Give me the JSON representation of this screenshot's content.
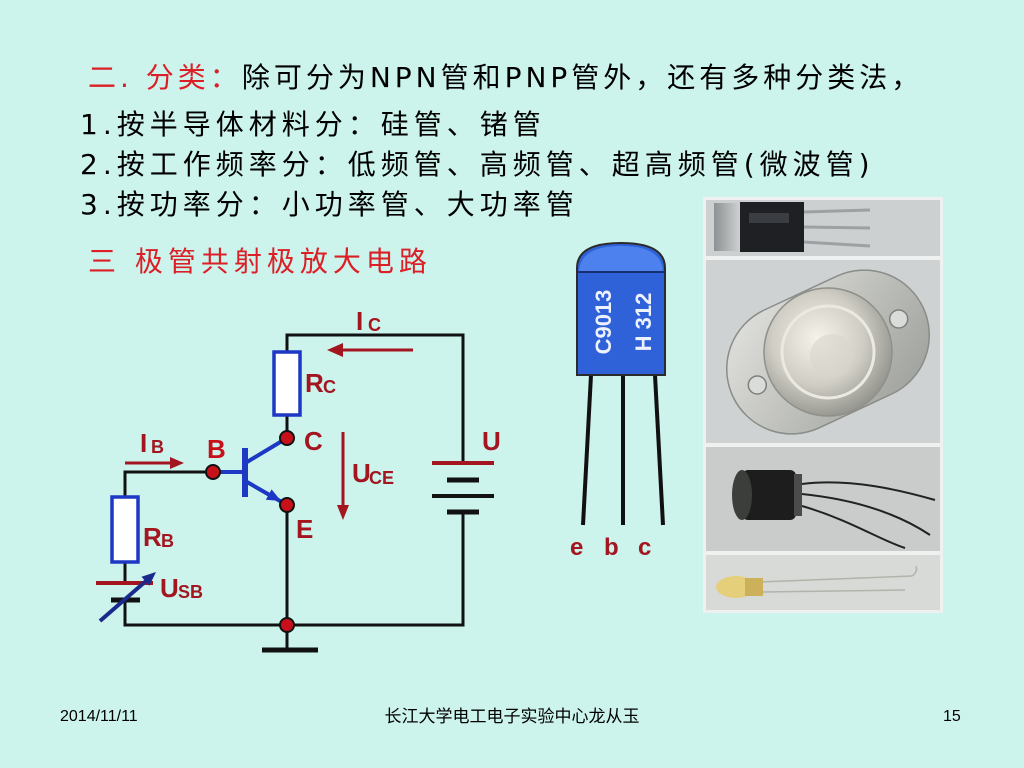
{
  "theme": {
    "background": "#ccf3ec",
    "heading_red": "#dc1f26",
    "label_red": "#a3151f",
    "node_red": "#c8101a",
    "component_blue": "#1c38c4",
    "package_blue": "#2f62d8",
    "wire_black": "#111111"
  },
  "slide": {
    "classification_label": "二. 分类：",
    "classification_text": "除可分为NPN管和PNP管外，还有多种分类法，",
    "by_material": "1.按半导体材料分：硅管、锗管",
    "by_frequency": "2.按工作频率分：低频管、高频管、超高频管(微波管)",
    "by_power": "3.按功率分：小功率管、大功率管",
    "section_title": "三 极管共射极放大电路"
  },
  "circuit": {
    "collector_current": {
      "symbol": "I",
      "sub": "C"
    },
    "collector_resistor": {
      "symbol": "R",
      "sub": "C"
    },
    "base_current": {
      "symbol": "I",
      "sub": "B"
    },
    "base_terminal": "B",
    "collector_terminal": "C",
    "emitter_terminal": "E",
    "collector_emitter_voltage": {
      "symbol": "U",
      "sub": "CE"
    },
    "supply_voltage": "U",
    "base_resistor": {
      "symbol": "R",
      "sub": "B"
    },
    "base_source": {
      "symbol": "U",
      "sub": "SB"
    }
  },
  "transistor_package": {
    "marking_model": "C9013",
    "marking_code": "H 312",
    "pins": [
      "e",
      "b",
      "c"
    ]
  },
  "footer": {
    "date": "2014/11/11",
    "organization": "长江大学电工电子实验中心龙从玉",
    "page_number": "15"
  }
}
